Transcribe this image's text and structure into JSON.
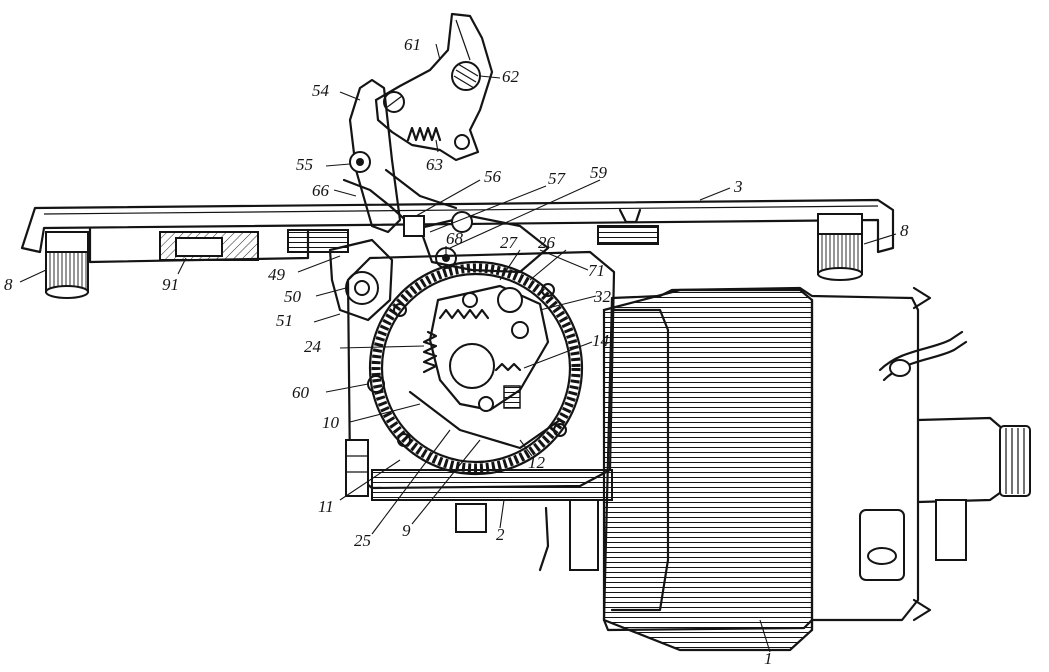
{
  "figure": {
    "reference_numerals": [
      {
        "id": "n61",
        "text": "61"
      },
      {
        "id": "n62",
        "text": "62"
      },
      {
        "id": "n54",
        "text": "54"
      },
      {
        "id": "n55",
        "text": "55"
      },
      {
        "id": "n63",
        "text": "63"
      },
      {
        "id": "n56",
        "text": "56"
      },
      {
        "id": "n57",
        "text": "57"
      },
      {
        "id": "n59",
        "text": "59"
      },
      {
        "id": "n66",
        "text": "66"
      },
      {
        "id": "n3",
        "text": "3"
      },
      {
        "id": "n68",
        "text": "68"
      },
      {
        "id": "n27",
        "text": "27"
      },
      {
        "id": "n26",
        "text": "26"
      },
      {
        "id": "n8a",
        "text": "8"
      },
      {
        "id": "n8b",
        "text": "8"
      },
      {
        "id": "n91",
        "text": "91"
      },
      {
        "id": "n49",
        "text": "49"
      },
      {
        "id": "n71",
        "text": "71"
      },
      {
        "id": "n50",
        "text": "50"
      },
      {
        "id": "n32",
        "text": "32"
      },
      {
        "id": "n51",
        "text": "51"
      },
      {
        "id": "n24",
        "text": "24"
      },
      {
        "id": "n14",
        "text": "14"
      },
      {
        "id": "n60",
        "text": "60"
      },
      {
        "id": "n10",
        "text": "10"
      },
      {
        "id": "n12",
        "text": "12"
      },
      {
        "id": "n11",
        "text": "11"
      },
      {
        "id": "n25",
        "text": "25"
      },
      {
        "id": "n9",
        "text": "9"
      },
      {
        "id": "n2",
        "text": "2"
      },
      {
        "id": "n1",
        "text": "1"
      }
    ]
  }
}
